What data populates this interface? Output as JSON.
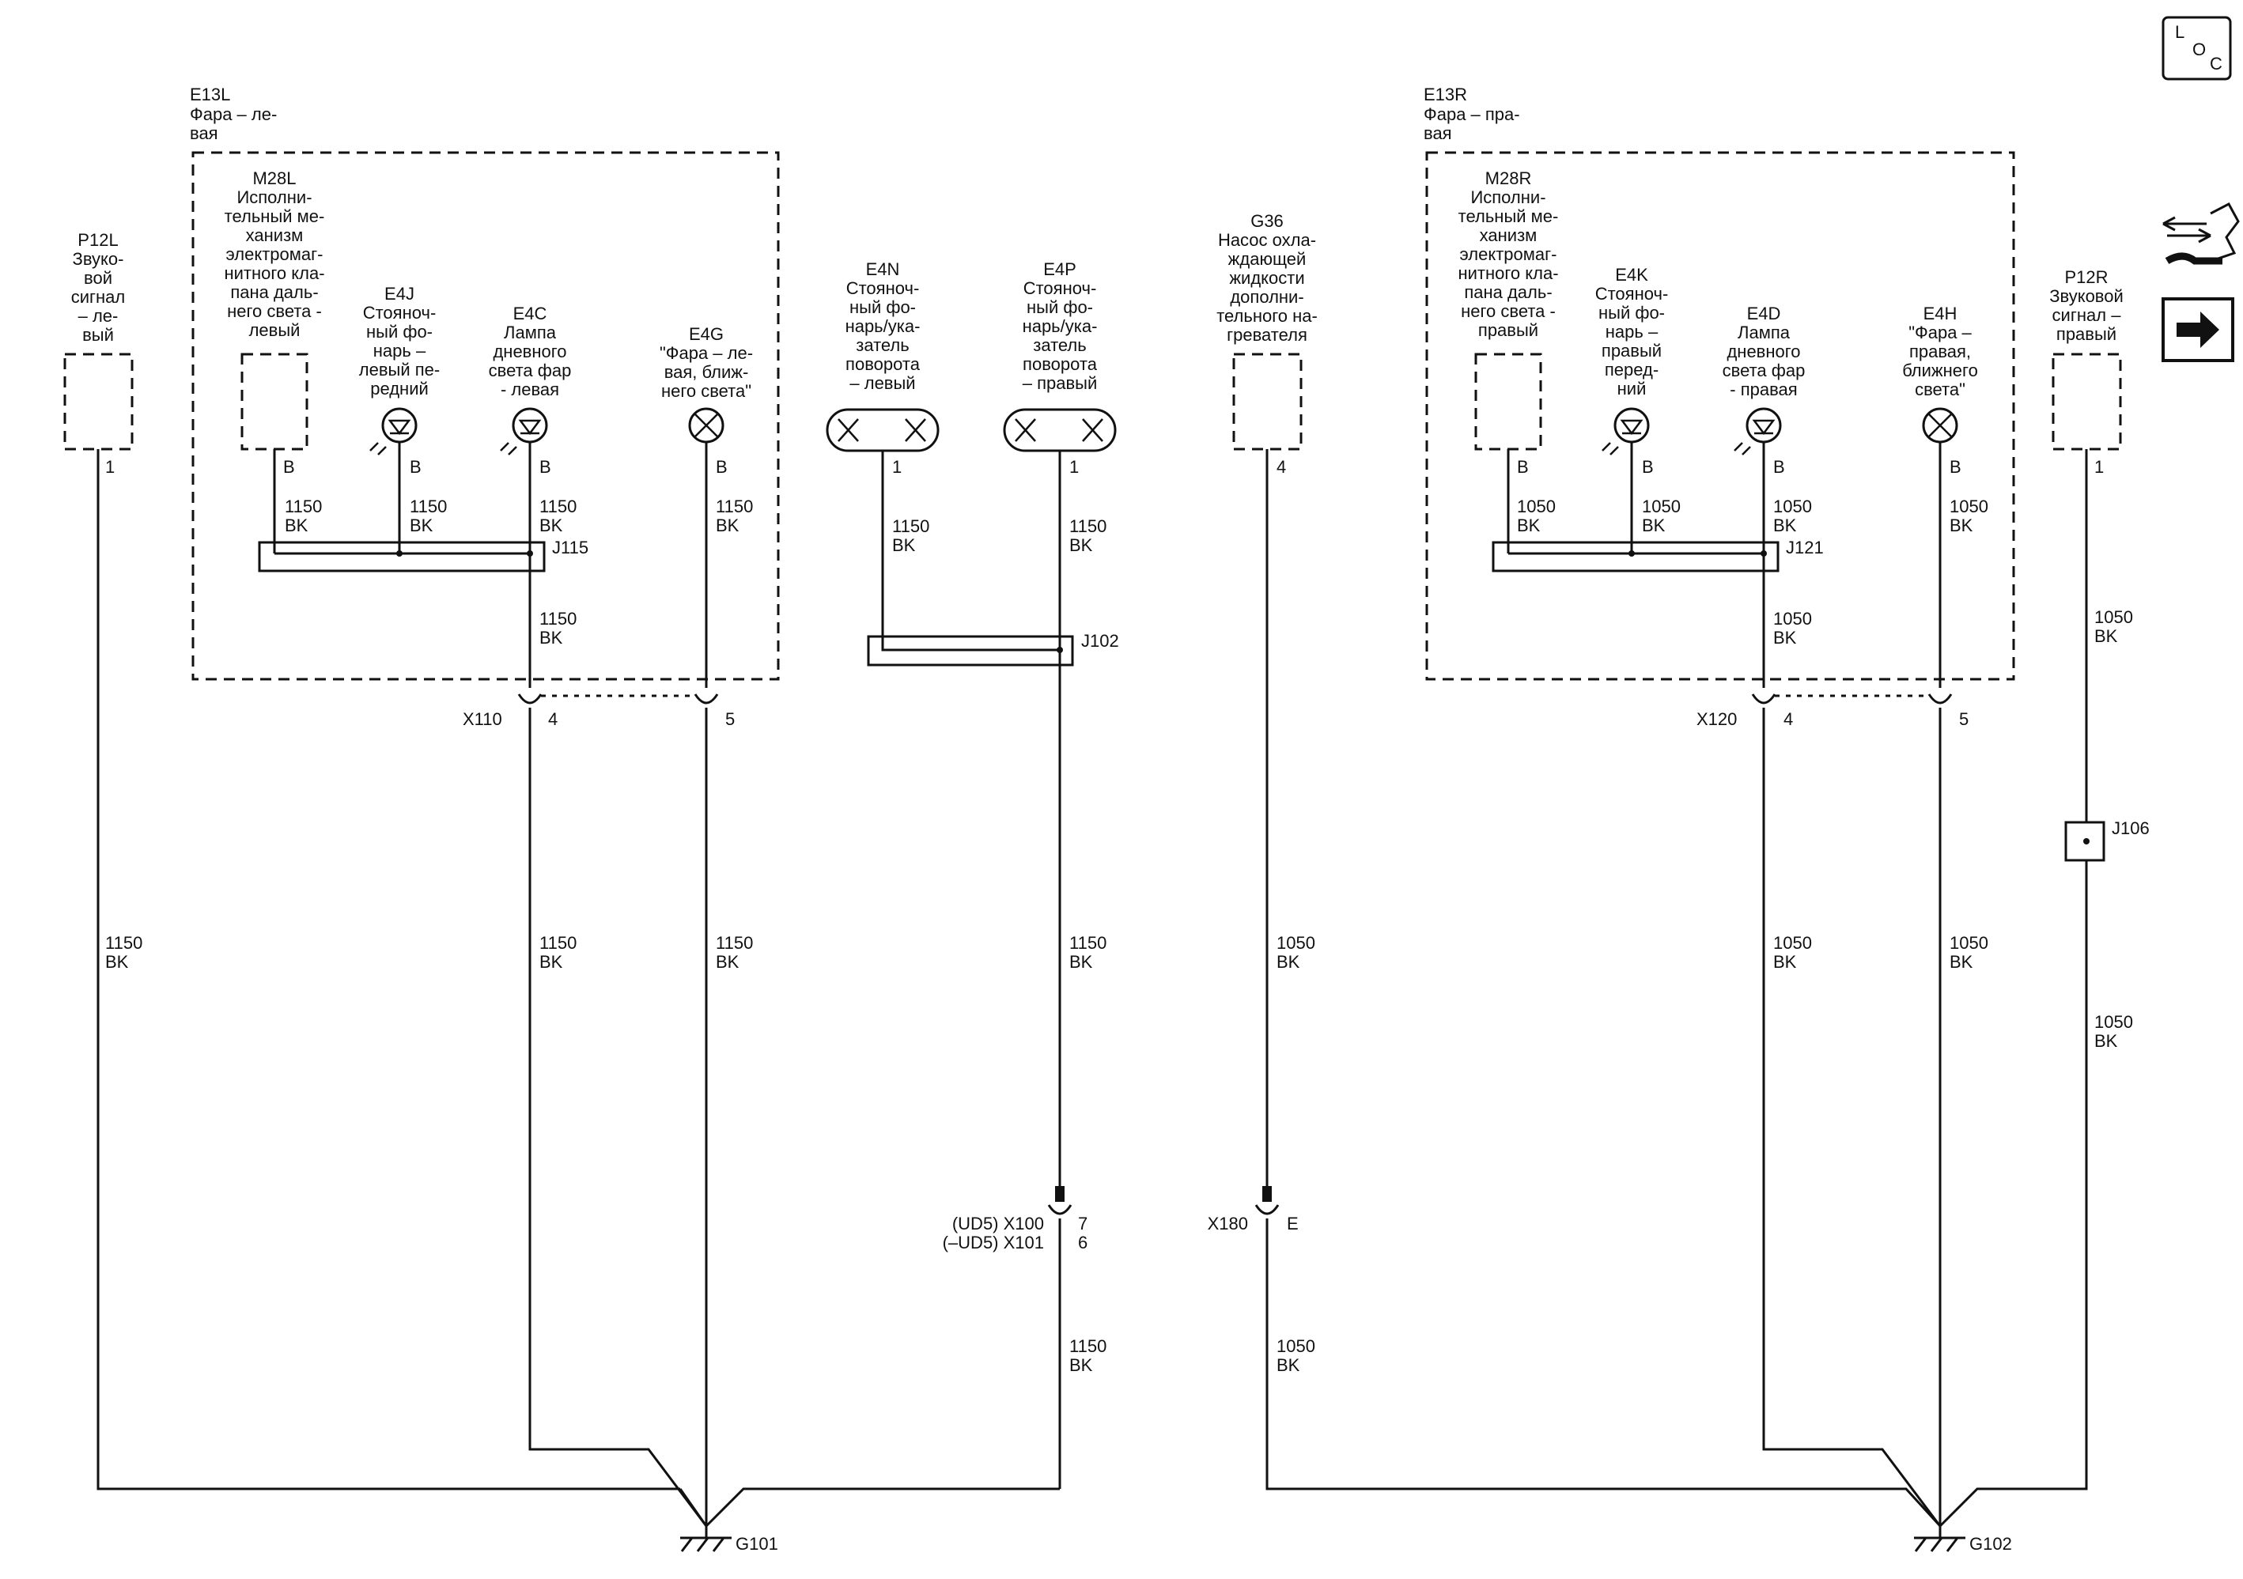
{
  "icons": {
    "loc": [
      "L",
      "O",
      "C"
    ],
    "harness_icon": "harness-wrench-icon",
    "arrow_icon": "right-arrow-icon"
  },
  "left": {
    "e13l": {
      "id": "E13L",
      "name": [
        "Фара – ле-",
        "вая"
      ]
    },
    "p12l": {
      "id": "P12L",
      "name": [
        "Звуко-",
        "вой",
        "сигнал",
        "– ле-",
        "вый"
      ],
      "pin": "1",
      "wire1": "1150",
      "wire2": "BK"
    },
    "m28l": {
      "id": "M28L",
      "name": [
        "Исполни-",
        "тельный ме-",
        "ханизм",
        "электромаг-",
        "нитного кла-",
        "пана даль-",
        "него света -",
        "левый"
      ],
      "pin": "B",
      "wire1": "1150",
      "wire2": "BK"
    },
    "e4j": {
      "id": "E4J",
      "name": [
        "Стояноч-",
        "ный фо-",
        "нарь –",
        "левый пе-",
        "редний"
      ],
      "pin": "B",
      "wire1": "1150",
      "wire2": "BK"
    },
    "e4c": {
      "id": "E4C",
      "name": [
        "Лампа",
        "дневного",
        "света фар",
        "- левая"
      ],
      "pin": "B",
      "wire1": "1150",
      "wire2": "BK",
      "wire3": "1150",
      "wire4": "BK",
      "wire5": "1150",
      "wire6": "BK"
    },
    "e4g": {
      "id": "E4G",
      "name": [
        "\"Фара – ле-",
        "вая, ближ-",
        "него света\""
      ],
      "pin": "B",
      "wire1": "1150",
      "wire2": "BK",
      "wire3": "1150",
      "wire4": "BK"
    },
    "j115": "J115",
    "x110": {
      "id": "X110",
      "pin_a": "4",
      "pin_b": "5"
    },
    "g101": "G101"
  },
  "center": {
    "e4n": {
      "id": "E4N",
      "name": [
        "Стояноч-",
        "ный фо-",
        "нарь/ука-",
        "затель",
        "поворота",
        "– левый"
      ],
      "pin": "1",
      "wire1": "1150",
      "wire2": "BK"
    },
    "e4p": {
      "id": "E4P",
      "name": [
        "Стояноч-",
        "ный фо-",
        "нарь/ука-",
        "затель",
        "поворота",
        "– правый"
      ],
      "pin": "1",
      "wire1": "1150",
      "wire2": "BK",
      "wire3": "1150",
      "wire4": "BK",
      "wire5": "1150",
      "wire6": "BK"
    },
    "j102": "J102",
    "x100": {
      "label1": "(UD5) X100",
      "label2": "(–UD5) X101",
      "pin1": "7",
      "pin2": "6"
    },
    "g36": {
      "id": "G36",
      "name": [
        "Насос охла-",
        "ждающей",
        "жидкости",
        "дополни-",
        "тельного на-",
        "гревателя"
      ],
      "pin": "4",
      "wire1": "1050",
      "wire2": "BK",
      "wire3": "1050",
      "wire4": "BK"
    },
    "x180": {
      "id": "X180",
      "pin": "E"
    }
  },
  "right": {
    "e13r": {
      "id": "E13R",
      "name": [
        "Фара – пра-",
        "вая"
      ]
    },
    "m28r": {
      "id": "M28R",
      "name": [
        "Исполни-",
        "тельный ме-",
        "ханизм",
        "электромаг-",
        "нитного кла-",
        "пана даль-",
        "него света -",
        "правый"
      ],
      "pin": "B",
      "wire1": "1050",
      "wire2": "BK"
    },
    "e4k": {
      "id": "E4K",
      "name": [
        "Стояноч-",
        "ный фо-",
        "нарь –",
        "правый",
        "перед-",
        "ний"
      ],
      "pin": "B",
      "wire1": "1050",
      "wire2": "BK"
    },
    "e4d": {
      "id": "E4D",
      "name": [
        "Лампа",
        "дневного",
        "света фар",
        "- правая"
      ],
      "pin": "B",
      "wire1": "1050",
      "wire2": "BK",
      "wire3": "1050",
      "wire4": "BK",
      "wire5": "1050",
      "wire6": "BK"
    },
    "e4h": {
      "id": "E4H",
      "name": [
        "\"Фара –",
        "правая,",
        "ближнего",
        "света\""
      ],
      "pin": "B",
      "wire1": "1050",
      "wire2": "BK",
      "wire3": "1050",
      "wire4": "BK"
    },
    "j121": "J121",
    "x120": {
      "id": "X120",
      "pin_a": "4",
      "pin_b": "5"
    },
    "p12r": {
      "id": "P12R",
      "name": [
        "Звуковой",
        "сигнал –",
        "правый"
      ],
      "pin": "1",
      "wire1": "1050",
      "wire2": "BK",
      "wire3": "1050",
      "wire4": "BK"
    },
    "j106": "J106",
    "g102": "G102"
  }
}
